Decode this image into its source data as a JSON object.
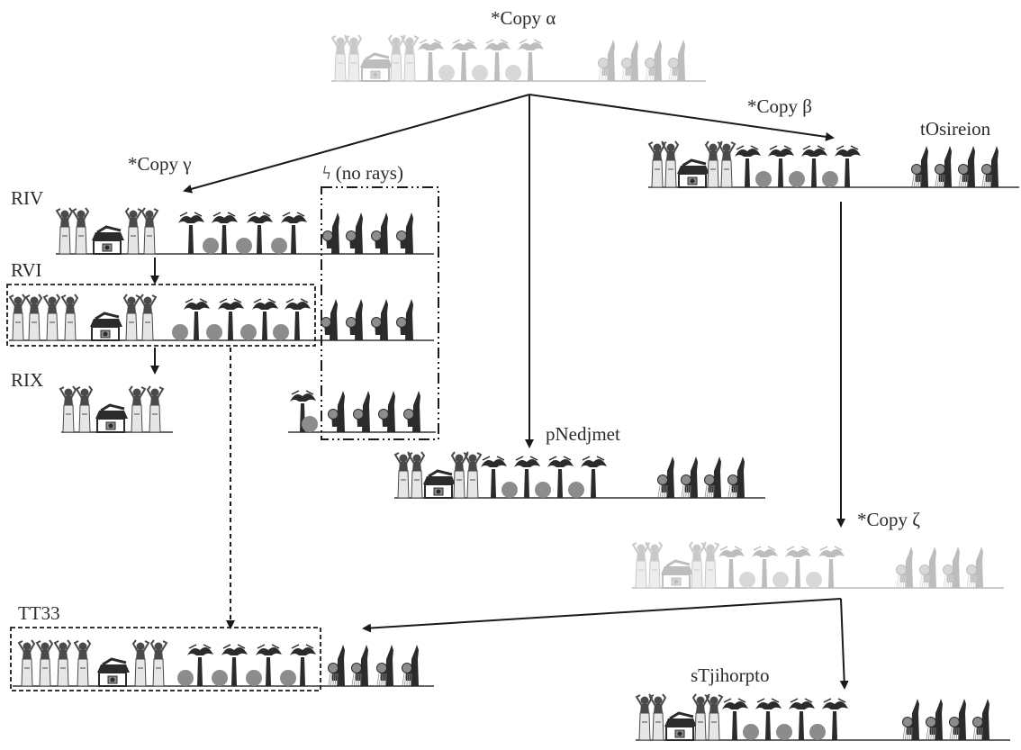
{
  "copies": {
    "alpha": "*Copy α",
    "beta": "*Copy β",
    "gamma": "*Copy γ",
    "zeta": "*Copy ζ"
  },
  "witnesses": {
    "riv": "RIV",
    "rvi": "RVI",
    "rix": "RIX",
    "tosireion": "tOsireion",
    "pnedjmet": "pNedjmet",
    "tt33": "TT33",
    "stjihorpto": "sTjihorpto"
  },
  "no_rays_note": "ϟ (no rays)",
  "colors": {
    "dark": "#2b2b2b",
    "mid": "#8a8a8a",
    "faded": "#c6c6c6",
    "arrow": "#1a1a1a"
  }
}
